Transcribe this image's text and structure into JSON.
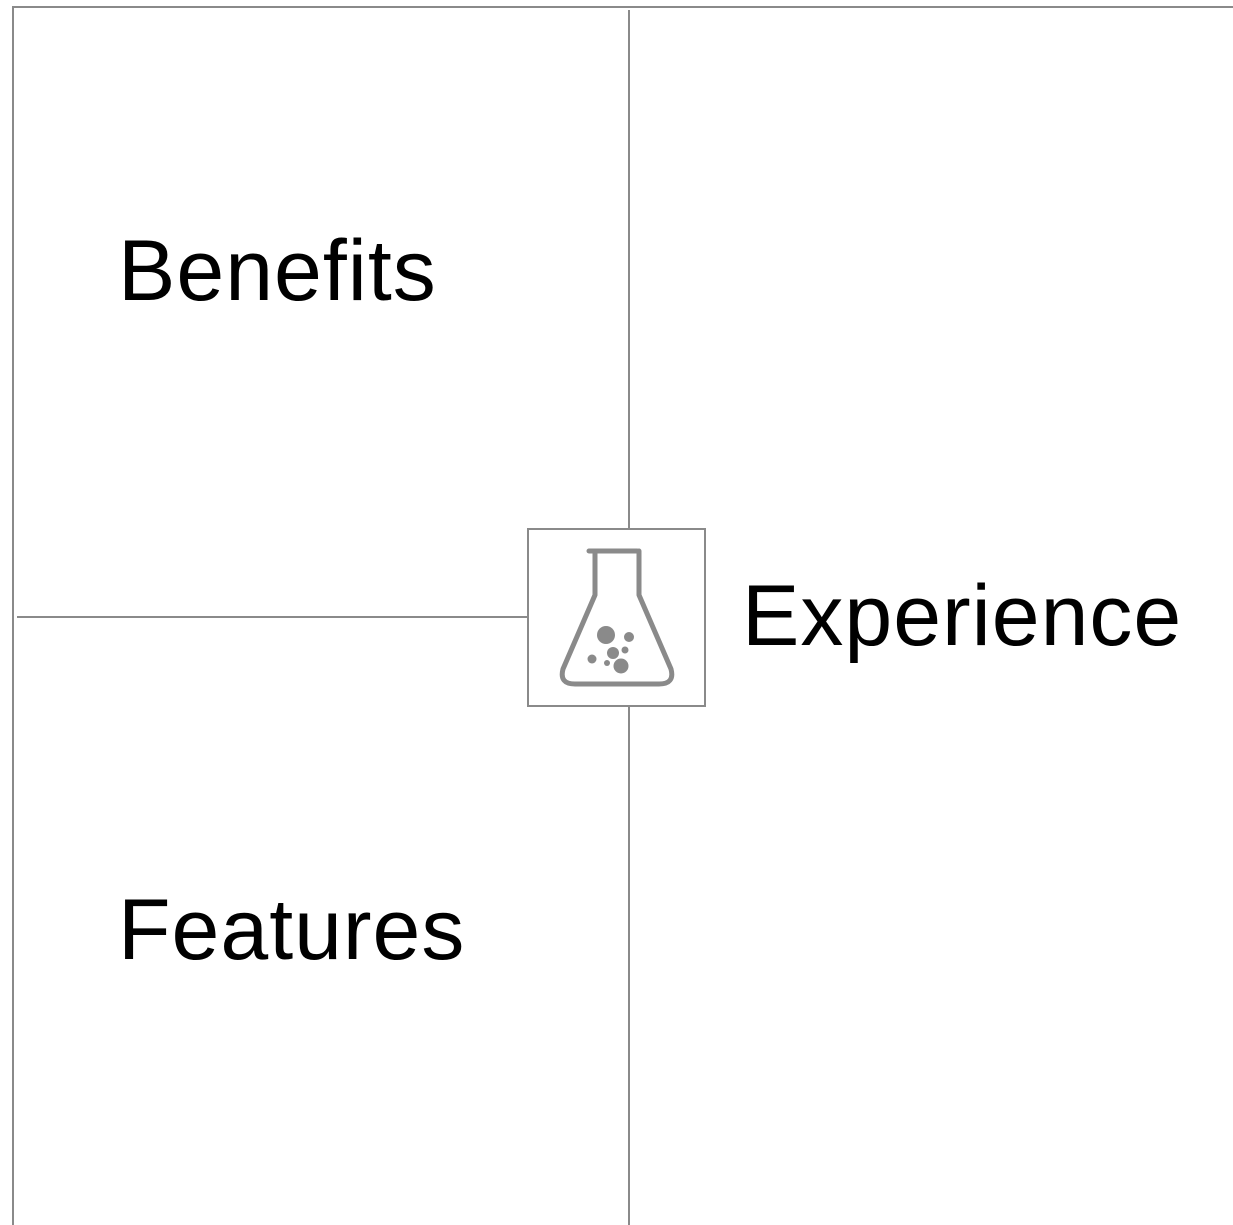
{
  "quadrants": {
    "top_left_label": "Benefits",
    "bottom_left_label": "Features",
    "right_label": "Experience"
  },
  "center_icon": {
    "icon": "flask-icon",
    "color": "#8a8a8a"
  },
  "colors": {
    "lines": "#8a8a8a",
    "text": "#000000",
    "background": "#ffffff"
  }
}
